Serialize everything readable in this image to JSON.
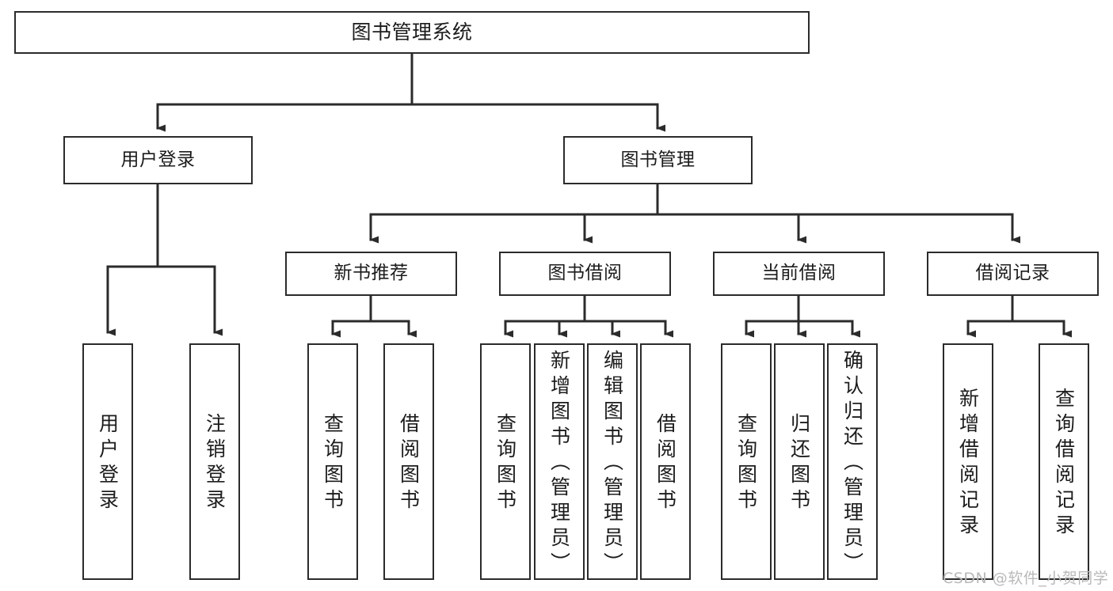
{
  "diagram": {
    "title": "图书管理系统",
    "type": "tree-hierarchy",
    "root": {
      "label": "图书管理系统"
    },
    "level2": [
      {
        "key": "user-login",
        "label": "用户登录"
      },
      {
        "key": "book-management",
        "label": "图书管理"
      }
    ],
    "level3": [
      {
        "key": "new-book-recommend",
        "label": "新书推荐"
      },
      {
        "key": "book-borrow",
        "label": "图书借阅"
      },
      {
        "key": "current-borrow",
        "label": "当前借阅"
      },
      {
        "key": "borrow-record",
        "label": "借阅记录"
      }
    ],
    "leaves": [
      {
        "key": "user-login-leaf",
        "label": "用户登录",
        "parent": "user-login"
      },
      {
        "key": "logout-leaf",
        "label": "注销登录",
        "parent": "user-login"
      },
      {
        "key": "query-book-nb",
        "label": "查询图书",
        "parent": "new-book-recommend"
      },
      {
        "key": "borrow-book-nb",
        "label": "借阅图书",
        "parent": "new-book-recommend"
      },
      {
        "key": "query-book-bb",
        "label": "查询图书",
        "parent": "book-borrow"
      },
      {
        "key": "add-book-admin",
        "label": "新增图书（管理员）",
        "parent": "book-borrow"
      },
      {
        "key": "edit-book-admin",
        "label": "编辑图书（管理员）",
        "parent": "book-borrow"
      },
      {
        "key": "borrow-book-bb",
        "label": "借阅图书",
        "parent": "book-borrow"
      },
      {
        "key": "query-book-cb",
        "label": "查询图书",
        "parent": "current-borrow"
      },
      {
        "key": "return-book-cb",
        "label": "归还图书",
        "parent": "current-borrow"
      },
      {
        "key": "confirm-return-admin",
        "label": "确认归还（管理员）",
        "parent": "current-borrow"
      },
      {
        "key": "add-borrow-record",
        "label": "新增借阅记录",
        "parent": "borrow-record"
      },
      {
        "key": "query-borrow-record",
        "label": "查询借阅记录",
        "parent": "borrow-record"
      }
    ],
    "watermark": "CSDN @软件_小贺同学",
    "colors": {
      "stroke": "#2b2b2b",
      "fill": "#ffffff",
      "text": "#1c1c1c",
      "watermark": "#b9b9b9"
    }
  }
}
